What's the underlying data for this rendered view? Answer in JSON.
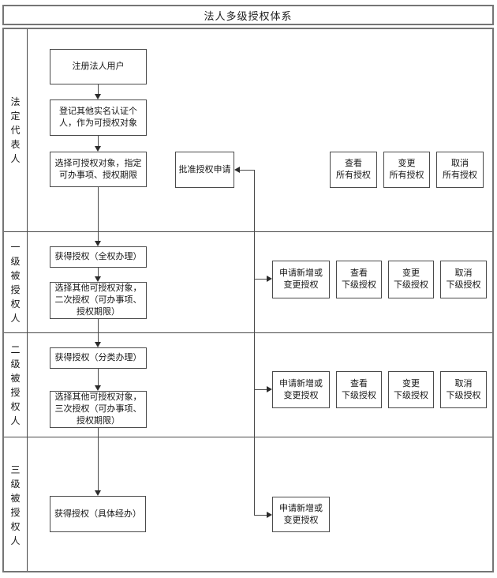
{
  "title": "法人多级授权体系",
  "colors": {
    "line": "#4a4a4a",
    "outer_border": "#757575",
    "text": "#161616",
    "background": "#ffffff"
  },
  "rows": [
    {
      "label": "法定代表人",
      "flow_boxes": [
        "注册法人用户",
        "登记其他实名认证个\n人，作为可授权对象",
        "选择可授权对象，指定\n可办事项、授权期限"
      ],
      "approve_box": "批准授权申请",
      "action_boxes": [
        "查看\n所有授权",
        "变更\n所有授权",
        "取消\n所有授权"
      ]
    },
    {
      "label": "一级被授权人",
      "flow_boxes": [
        "获得授权（全权办理）",
        "选择其他可授权对象，\n二次授权（可办事项、\n授权期限）"
      ],
      "request_box": "申请新增或\n变更授权",
      "action_boxes": [
        "查看\n下级授权",
        "变更\n下级授权",
        "取消\n下级授权"
      ]
    },
    {
      "label": "二级被授权人",
      "flow_boxes": [
        "获得授权（分类办理）",
        "选择其他可授权对象，\n三次授权（可办事项、\n授权期限）"
      ],
      "request_box": "申请新增或\n变更授权",
      "action_boxes": [
        "查看\n下级授权",
        "变更\n下级授权",
        "取消\n下级授权"
      ]
    },
    {
      "label": "三级被授权人",
      "flow_boxes": [
        "获得授权（具体经办）"
      ],
      "request_box": "申请新增或\n变更授权"
    }
  ]
}
